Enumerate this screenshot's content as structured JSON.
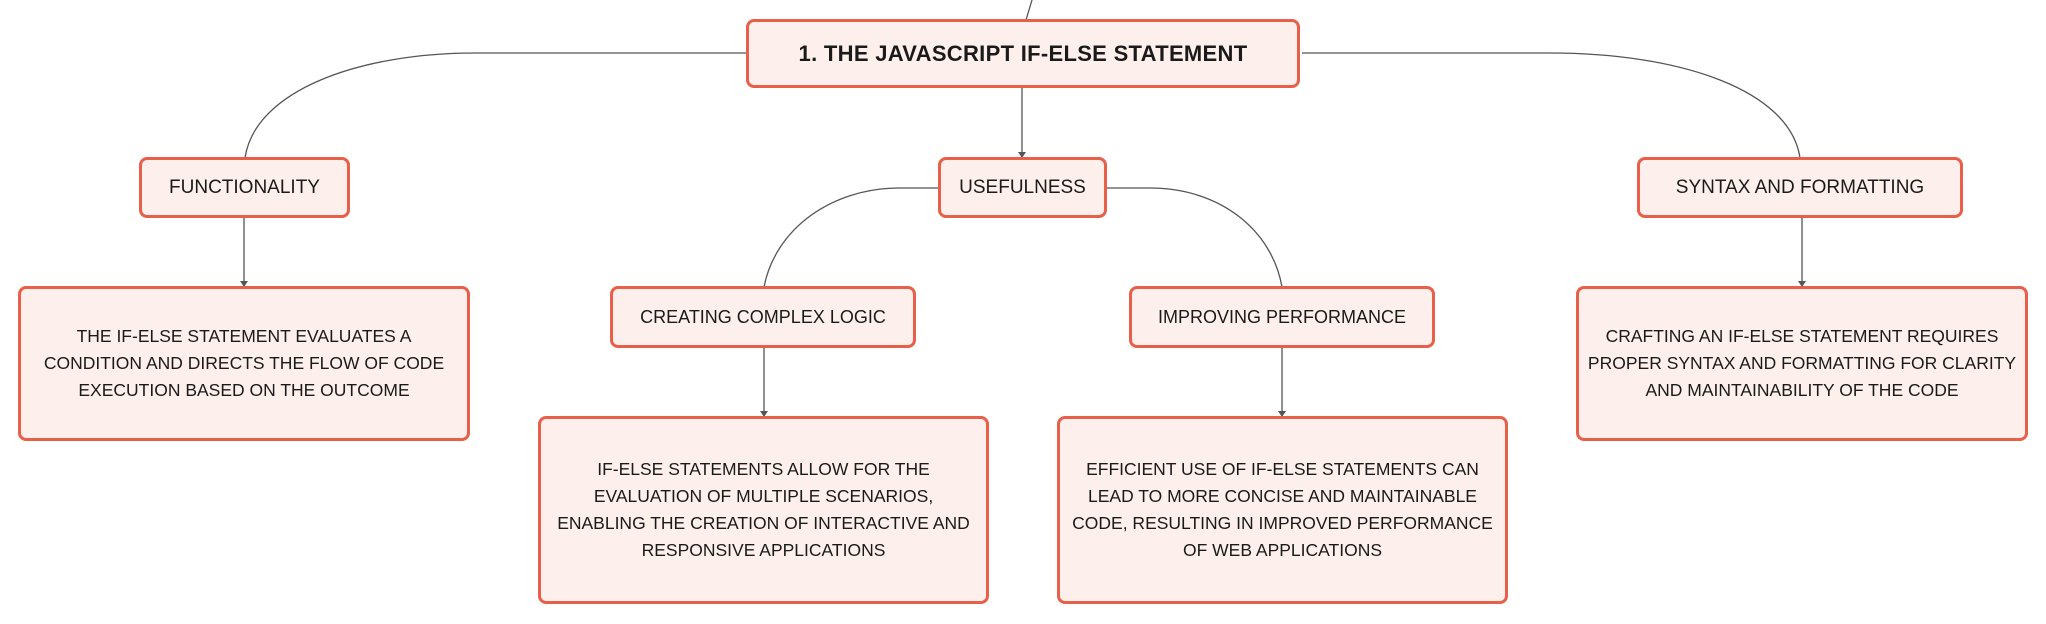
{
  "diagram": {
    "root": {
      "label": "1. THE JAVASCRIPT IF-ELSE STATEMENT"
    },
    "functionality": {
      "label": "FUNCTIONALITY",
      "detail": "THE IF-ELSE STATEMENT EVALUATES A CONDITION AND DIRECTS THE FLOW OF CODE EXECUTION BASED ON THE OUTCOME"
    },
    "usefulness": {
      "label": "USEFULNESS",
      "complex_logic": {
        "label": "CREATING COMPLEX LOGIC",
        "detail": "IF-ELSE STATEMENTS ALLOW FOR THE EVALUATION OF MULTIPLE SCENARIOS, ENABLING THE CREATION OF INTERACTIVE AND RESPONSIVE APPLICATIONS"
      },
      "performance": {
        "label": "IMPROVING PERFORMANCE",
        "detail": "EFFICIENT USE OF IF-ELSE STATEMENTS CAN LEAD TO MORE CONCISE AND MAINTAINABLE CODE, RESULTING IN IMPROVED PERFORMANCE OF WEB APPLICATIONS"
      }
    },
    "syntax": {
      "label": "SYNTAX AND FORMATTING",
      "detail": "CRAFTING AN IF-ELSE STATEMENT REQUIRES PROPER SYNTAX AND FORMATTING FOR CLARITY AND MAINTAINABILITY OF THE CODE"
    },
    "colors": {
      "node_border": "#e8604a",
      "node_fill": "#fdf0ec",
      "connector": "#555555",
      "text": "#1a1a1a"
    }
  }
}
